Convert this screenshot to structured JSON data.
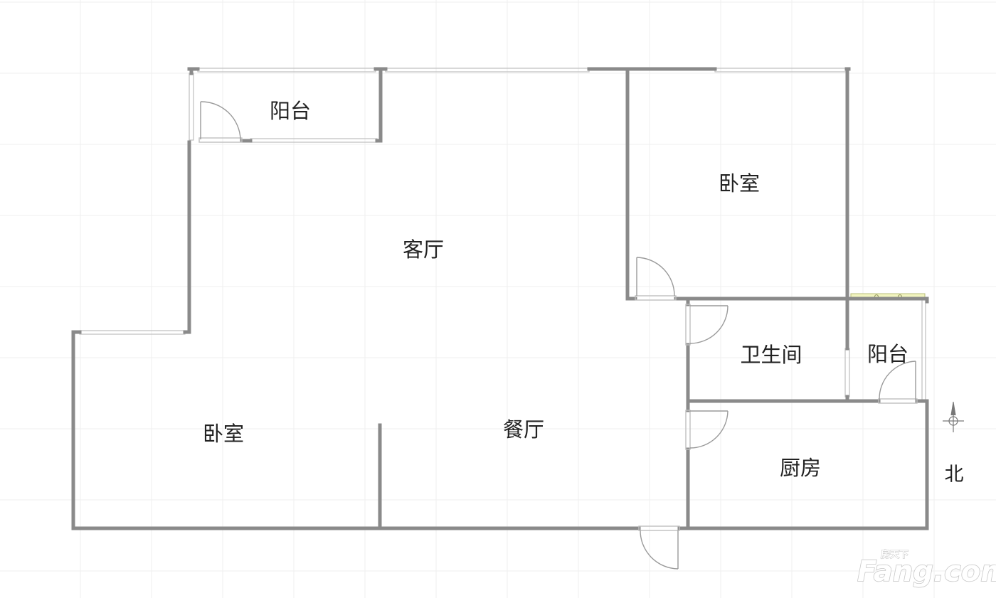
{
  "rooms": {
    "balcony_north": "阳台",
    "living_room": "客厅",
    "bedroom_east": "卧室",
    "bedroom_west": "卧室",
    "dining_room": "餐厅",
    "bathroom": "卫生间",
    "balcony_east": "阳台",
    "kitchen": "厨房"
  },
  "compass": {
    "label": "北"
  },
  "watermark": {
    "brand": "Fang.com",
    "tagline": "房天下"
  },
  "colors": {
    "wall": "#8a8a8a",
    "window": "#bfbfbf",
    "grid": "#efefef",
    "door": "#9a9a9a",
    "balcony_rail": "#f2f5c0"
  }
}
